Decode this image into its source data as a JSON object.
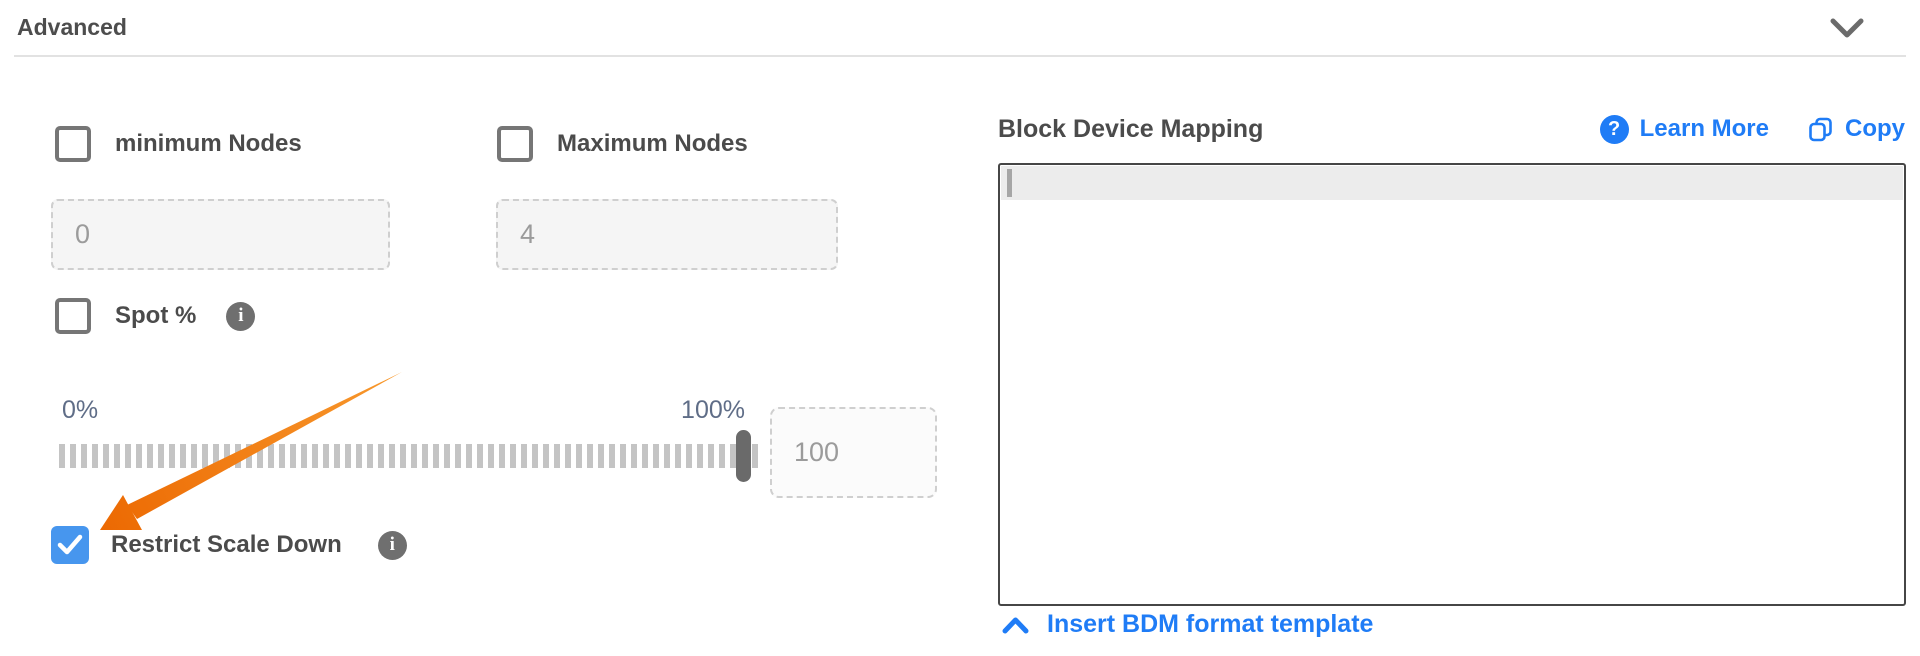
{
  "accordion": {
    "title": "Advanced"
  },
  "form": {
    "min_nodes": {
      "label": "minimum Nodes",
      "checked": false,
      "value": "0"
    },
    "max_nodes": {
      "label": "Maximum Nodes",
      "checked": false,
      "value": "4"
    },
    "spot_percent": {
      "label": "Spot %",
      "checked": false
    },
    "slider": {
      "min_label": "0%",
      "max_label": "100%",
      "value": "100",
      "position_percent": 100
    },
    "restrict_scale_down": {
      "label": "Restrict Scale Down",
      "checked": true
    }
  },
  "bdm": {
    "title": "Block Device Mapping",
    "learn_more_label": "Learn More",
    "copy_label": "Copy",
    "editor_value": "",
    "insert_template_label": "Insert BDM format template"
  },
  "glyphs": {
    "info": "i",
    "question": "?"
  },
  "icons": {
    "accordion_chevron": "chevron-down",
    "spot_info": "info-circle",
    "restrict_info": "info-circle",
    "learn_more_icon": "question-circle",
    "copy_icon": "copy",
    "insert_icon": "chevron-up",
    "annotation": "orange-arrow-pointing-to-restrict-scale-down-checkbox"
  },
  "colors": {
    "link_blue": "#1f7cf6",
    "checkbox_checked_blue": "#4796ee",
    "arrow_orange": "#f0770e",
    "heading_gray": "#4b4b4b",
    "slider_label_gray": "#5f6d87",
    "input_text_gray": "#9b9b9b"
  }
}
